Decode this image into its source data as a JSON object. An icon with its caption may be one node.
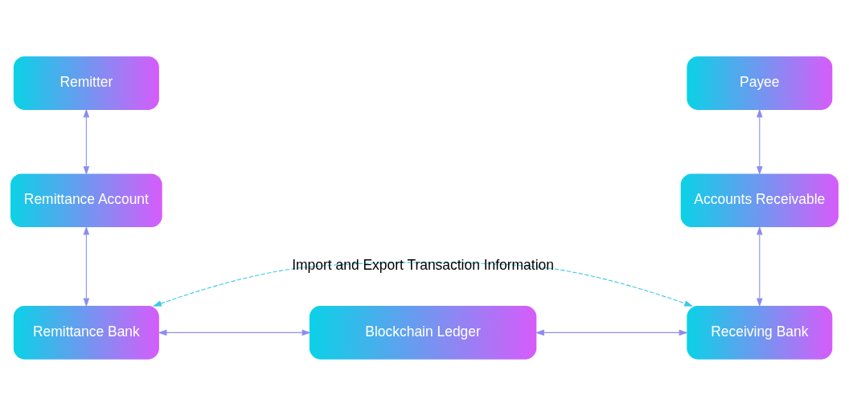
{
  "diagram": {
    "nodes": [
      {
        "text": [
          "Remitter"
        ]
      },
      {
        "text": [
          "Payee"
        ]
      },
      {
        "text": [
          "Remittance Account"
        ]
      },
      {
        "text": [
          "Accounts Receivable"
        ]
      },
      {
        "text": [
          "Remittance Bank"
        ]
      },
      {
        "text": [
          "Blockchain Ledger"
        ]
      },
      {
        "text": [
          "Receiving Bank"
        ]
      }
    ],
    "edges": [
      {
        "from": 0,
        "to": 2,
        "arrow": "both"
      },
      {
        "from": 2,
        "to": 4,
        "arrow": "both"
      },
      {
        "from": 1,
        "to": 3,
        "arrow": "both"
      },
      {
        "from": 3,
        "to": 6,
        "arrow": "both"
      },
      {
        "from": 4,
        "to": 5,
        "arrow": "both"
      },
      {
        "from": 5,
        "to": 6,
        "arrow": "both"
      },
      {
        "from": 4,
        "to": 6,
        "arrow": "both",
        "style": "dashed",
        "label": "Import and Export Transaction Information"
      }
    ]
  }
}
